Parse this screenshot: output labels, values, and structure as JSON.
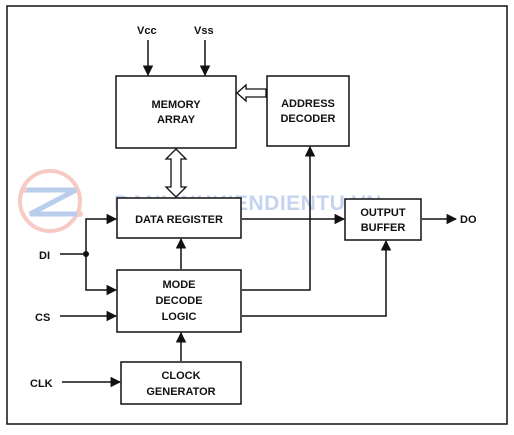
{
  "pins": {
    "vcc": "Vcc",
    "vss": "Vss",
    "di": "DI",
    "cs": "CS",
    "clk": "CLK",
    "do": "DO"
  },
  "blocks": {
    "memory_array": [
      "MEMORY",
      "ARRAY"
    ],
    "address_decoder": [
      "ADDRESS",
      "DECODER"
    ],
    "data_register": [
      "DATA REGISTER"
    ],
    "output_buffer": [
      "OUTPUT",
      "BUFFER"
    ],
    "mode_decode_logic": [
      "MODE",
      "DECODE",
      "LOGIC"
    ],
    "clock_generator": [
      "CLOCK",
      "GENERATOR"
    ]
  },
  "watermark": {
    "text": "BANLINHKIENDIENTU.VN",
    "color": "#2f66c9",
    "icon": "circuit-z-logo-icon"
  },
  "colors": {
    "line": "#111111",
    "background": "#ffffff"
  }
}
